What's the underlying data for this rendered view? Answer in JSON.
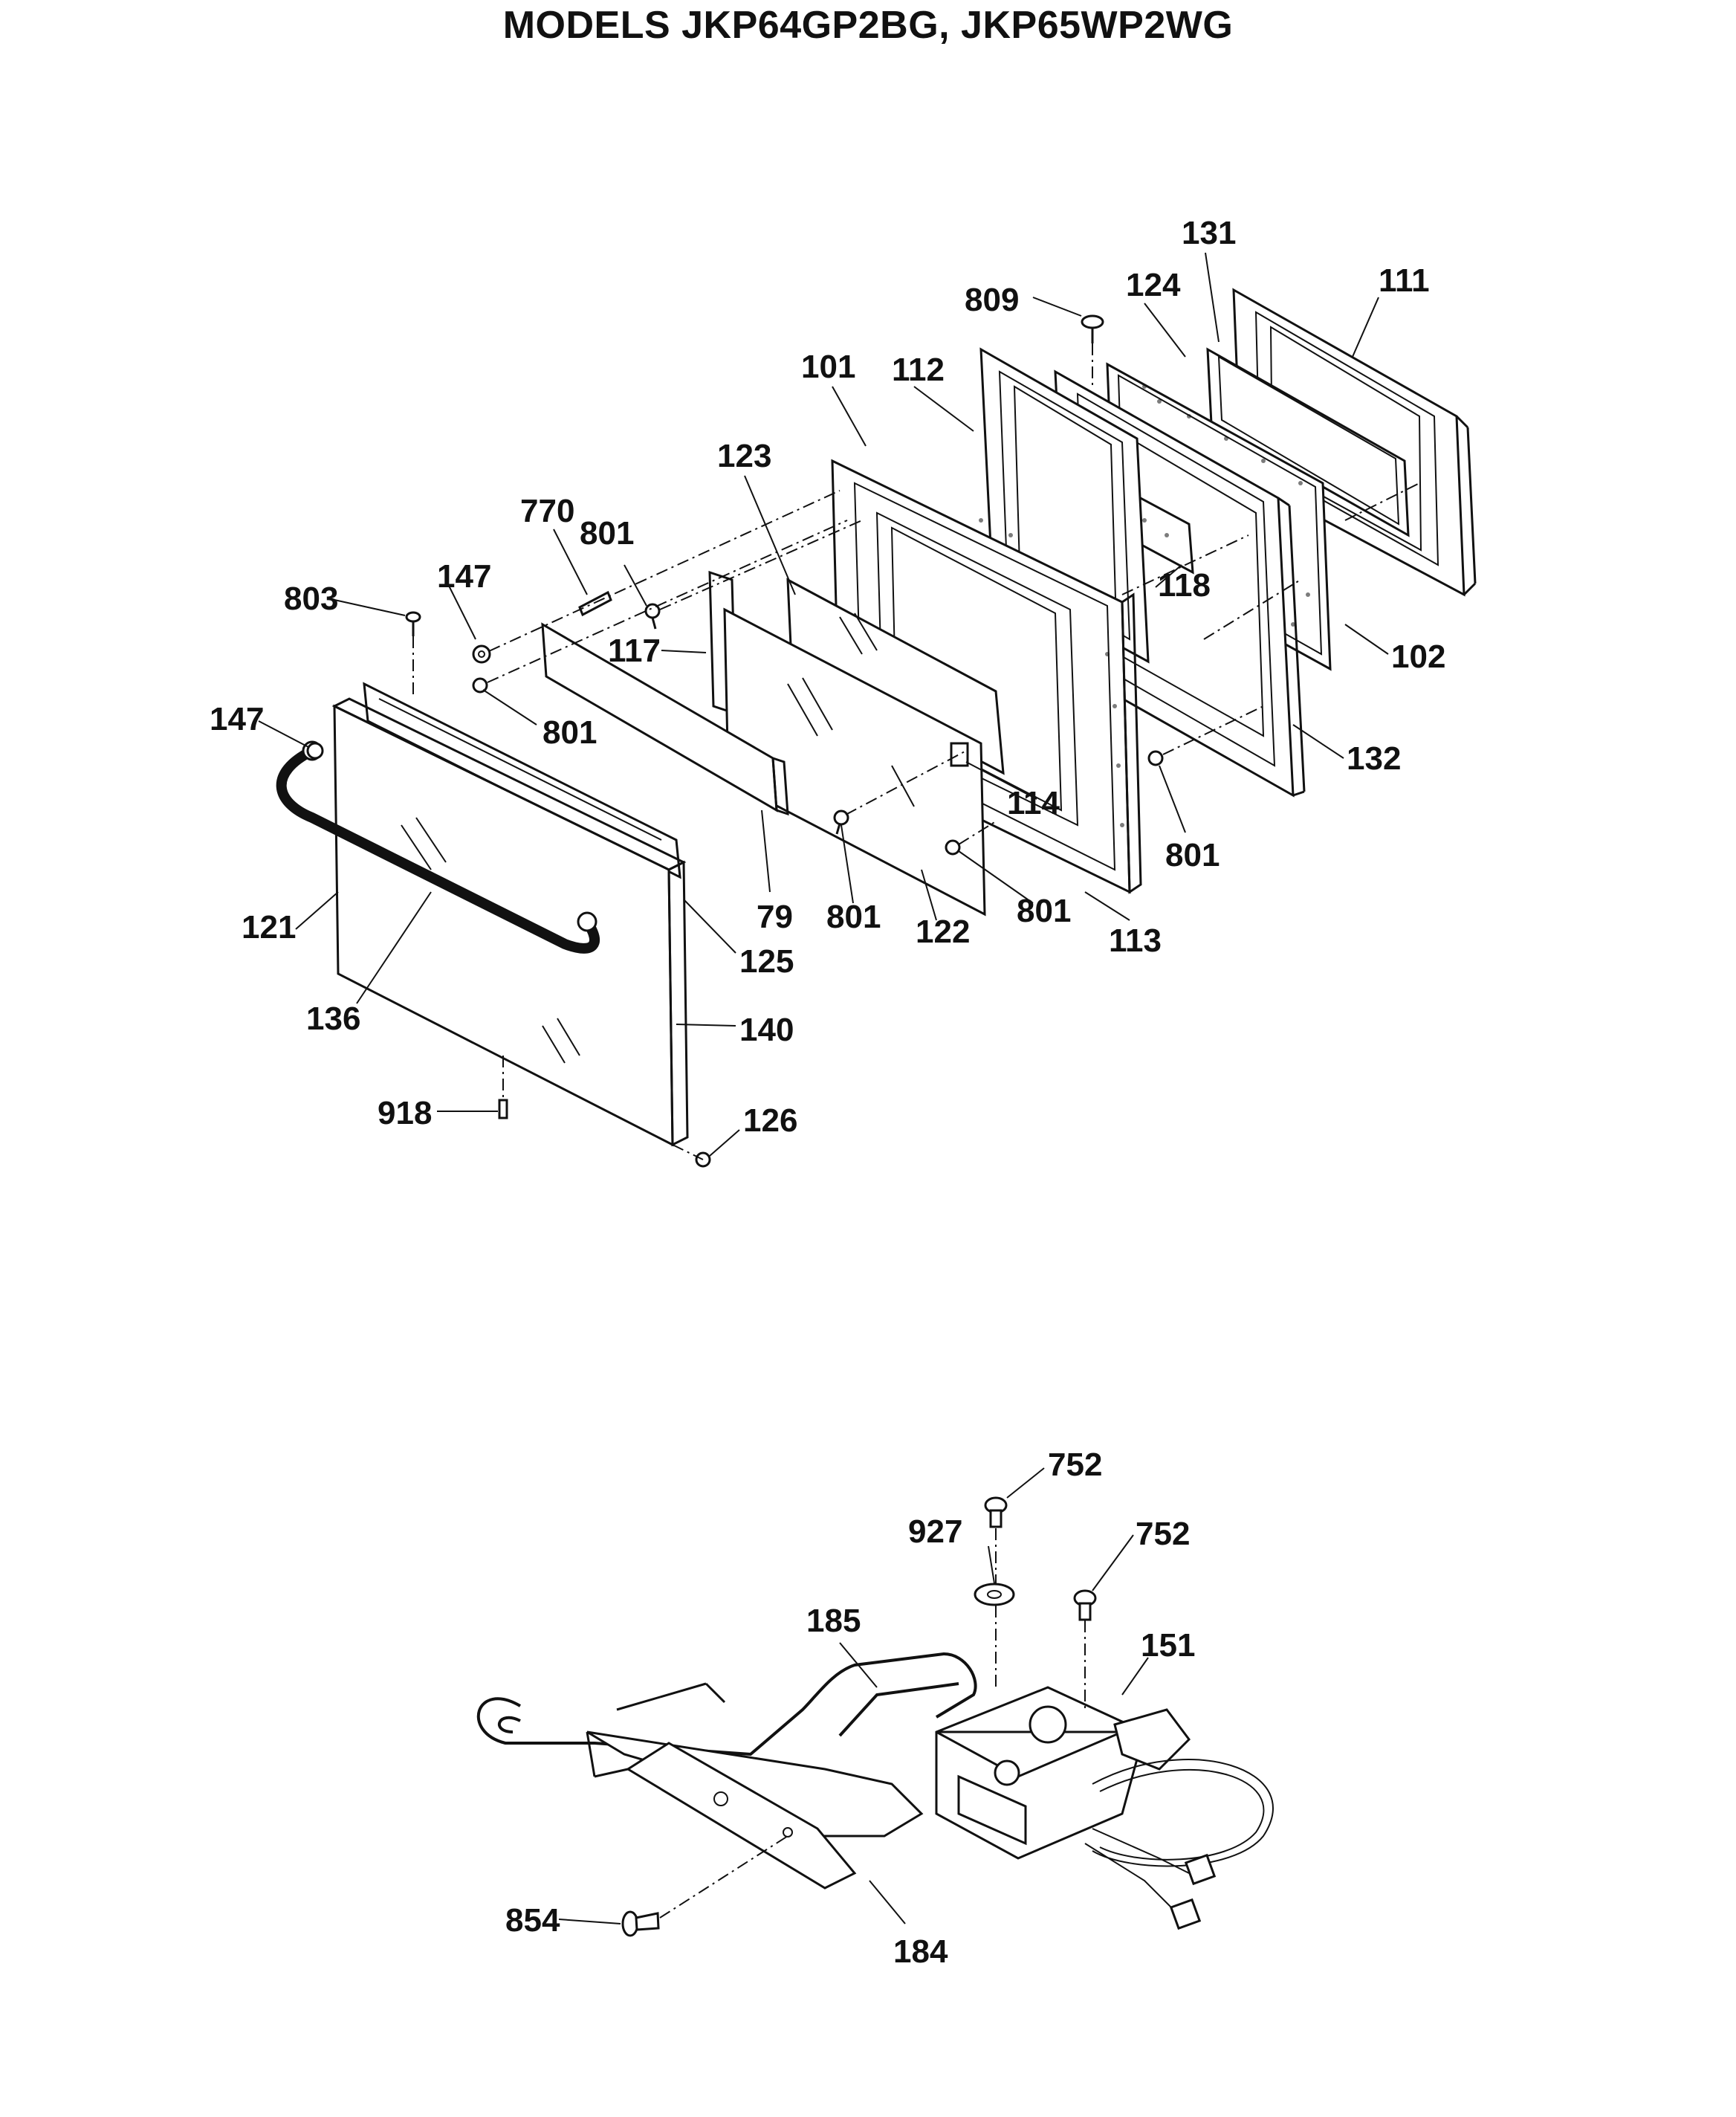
{
  "title": "MODELS JKP64GP2BG, JKP65WP2WG",
  "labels": {
    "l809": "809",
    "l131": "131",
    "l124": "124",
    "l111": "111",
    "l101": "101",
    "l112": "112",
    "l123": "123",
    "l770": "770",
    "l801a": "801",
    "l147a": "147",
    "l803": "803",
    "l118": "118",
    "l102": "102",
    "l117": "117",
    "l147b": "147",
    "l801b": "801",
    "l132": "132",
    "l114": "114",
    "l801c": "801",
    "l121": "121",
    "l79": "79",
    "l801d": "801",
    "l122": "122",
    "l801e": "801",
    "l113": "113",
    "l125": "125",
    "l136": "136",
    "l140": "140",
    "l918": "918",
    "l126": "126",
    "l752a": "752",
    "l927": "927",
    "l752b": "752",
    "l185": "185",
    "l151": "151",
    "l854": "854",
    "l184": "184"
  }
}
